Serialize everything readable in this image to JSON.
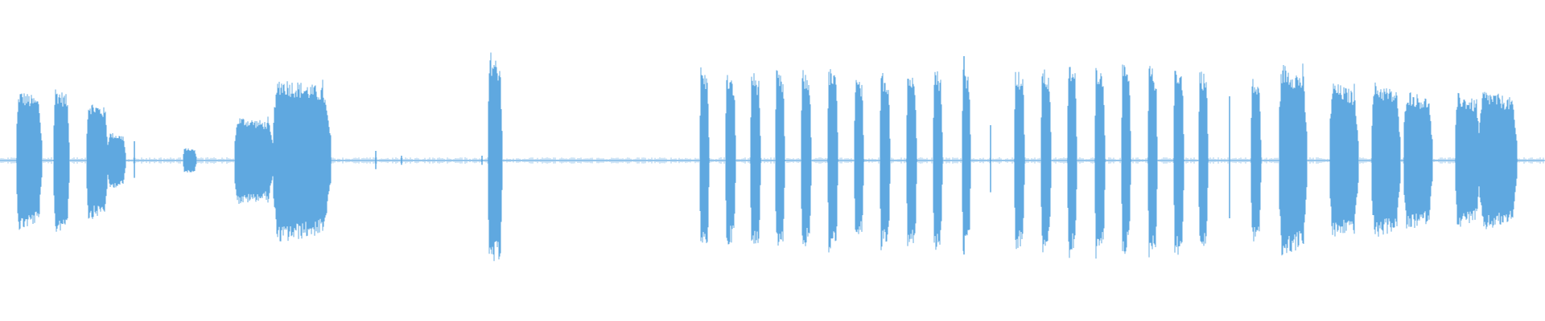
{
  "waveform": {
    "color": "#5fa8e0",
    "baseline_color": "#5fa8e0",
    "segments": [
      {
        "label": "burst",
        "start": 0.011,
        "end": 0.027,
        "amp": 0.45
      },
      {
        "label": "burst",
        "start": 0.035,
        "end": 0.045,
        "amp": 0.47
      },
      {
        "label": "burst",
        "start": 0.056,
        "end": 0.07,
        "amp": 0.38
      },
      {
        "label": "burst",
        "start": 0.07,
        "end": 0.081,
        "amp": 0.18
      },
      {
        "label": "blip",
        "start": 0.119,
        "end": 0.127,
        "amp": 0.08
      },
      {
        "label": "burst",
        "start": 0.152,
        "end": 0.177,
        "amp": 0.28
      },
      {
        "label": "burst",
        "start": 0.177,
        "end": 0.214,
        "amp": 0.53
      },
      {
        "label": "burst",
        "start": 0.316,
        "end": 0.325,
        "amp": 0.7
      },
      {
        "label": "beat",
        "start": 0.453,
        "end": 0.459,
        "amp": 0.6
      },
      {
        "label": "beat",
        "start": 0.47,
        "end": 0.476,
        "amp": 0.56
      },
      {
        "label": "beat",
        "start": 0.486,
        "end": 0.492,
        "amp": 0.58
      },
      {
        "label": "beat",
        "start": 0.502,
        "end": 0.508,
        "amp": 0.58
      },
      {
        "label": "beat",
        "start": 0.519,
        "end": 0.525,
        "amp": 0.58
      },
      {
        "label": "beat",
        "start": 0.536,
        "end": 0.542,
        "amp": 0.6
      },
      {
        "label": "beat",
        "start": 0.553,
        "end": 0.559,
        "amp": 0.54
      },
      {
        "label": "beat",
        "start": 0.57,
        "end": 0.576,
        "amp": 0.58
      },
      {
        "label": "beat",
        "start": 0.587,
        "end": 0.593,
        "amp": 0.58
      },
      {
        "label": "beat",
        "start": 0.604,
        "end": 0.61,
        "amp": 0.61
      },
      {
        "label": "beat",
        "start": 0.623,
        "end": 0.628,
        "amp": 0.62
      },
      {
        "label": "beat",
        "start": 0.657,
        "end": 0.663,
        "amp": 0.6
      },
      {
        "label": "beat",
        "start": 0.674,
        "end": 0.68,
        "amp": 0.6
      },
      {
        "label": "beat",
        "start": 0.691,
        "end": 0.697,
        "amp": 0.63
      },
      {
        "label": "beat",
        "start": 0.709,
        "end": 0.715,
        "amp": 0.63
      },
      {
        "label": "beat",
        "start": 0.726,
        "end": 0.732,
        "amp": 0.62
      },
      {
        "label": "beat",
        "start": 0.743,
        "end": 0.749,
        "amp": 0.62
      },
      {
        "label": "beat",
        "start": 0.76,
        "end": 0.766,
        "amp": 0.63
      },
      {
        "label": "beat",
        "start": 0.776,
        "end": 0.782,
        "amp": 0.6
      },
      {
        "label": "beat",
        "start": 0.81,
        "end": 0.816,
        "amp": 0.53
      },
      {
        "label": "burst",
        "start": 0.828,
        "end": 0.846,
        "amp": 0.62
      },
      {
        "label": "burst",
        "start": 0.861,
        "end": 0.879,
        "amp": 0.5
      },
      {
        "label": "burst",
        "start": 0.888,
        "end": 0.906,
        "amp": 0.5
      },
      {
        "label": "burst",
        "start": 0.909,
        "end": 0.927,
        "amp": 0.45
      },
      {
        "label": "burst",
        "start": 0.942,
        "end": 0.958,
        "amp": 0.43
      },
      {
        "label": "burst",
        "start": 0.958,
        "end": 0.982,
        "amp": 0.45
      }
    ],
    "spikes": [
      {
        "pos": 0.087,
        "amp": 0.12
      },
      {
        "pos": 0.243,
        "amp": 0.06
      },
      {
        "pos": 0.26,
        "amp": 0.03
      },
      {
        "pos": 0.312,
        "amp": 0.03
      },
      {
        "pos": 0.624,
        "amp": 0.65
      },
      {
        "pos": 0.641,
        "amp": 0.22
      },
      {
        "pos": 0.796,
        "amp": 0.4
      }
    ]
  }
}
